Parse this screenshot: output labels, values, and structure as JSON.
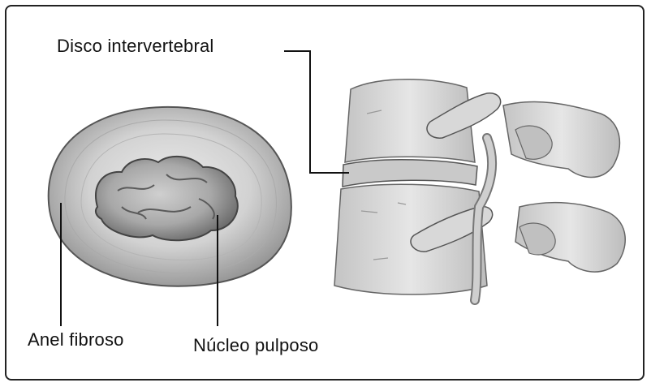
{
  "labels": {
    "disco_intervertebral": "Disco  intervertebral",
    "anel_fibroso": "Anel  fibroso",
    "nucleo_pulposo": "Núcleo pulposo"
  },
  "colors": {
    "frame": "#222222",
    "line": "#111111",
    "disc_fill": "#c9c9c9",
    "nucleus_fill": "#9a9a9a",
    "bone_fill": "#dcdcdc"
  }
}
